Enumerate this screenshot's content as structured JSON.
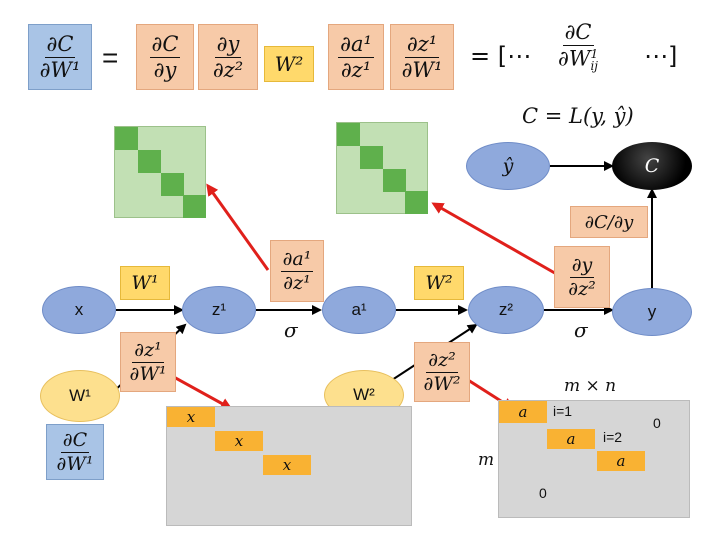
{
  "equation": {
    "lhs_num": "∂C",
    "lhs_den": "∂W¹",
    "equals": "=",
    "t1_num": "∂C",
    "t1_den": "∂y",
    "t2_num": "∂y",
    "t2_den": "∂z²",
    "t3": "W²",
    "t4_num": "∂a¹",
    "t4_den": "∂z¹",
    "t5_num": "∂z¹",
    "t5_den": "∂W¹",
    "rhs_open": "= [⋯",
    "rhs_num": "∂C",
    "rhs_den": "∂W",
    "rhs_den_sub": "ij",
    "rhs_den_sup": "1",
    "rhs_close": "⋯]"
  },
  "loss_formula": "C = L(y, ŷ)",
  "nodes": {
    "x": "x",
    "z1": "z¹",
    "a1": "a¹",
    "z2": "z²",
    "y": "y",
    "yhat": "ŷ",
    "C": "C",
    "W1": "W¹",
    "W2": "W²"
  },
  "labels": {
    "w1_box": "W¹",
    "w2_box": "W²",
    "sigma1": "σ",
    "sigma2": "σ",
    "da1dz1_num": "∂a¹",
    "da1dz1_den": "∂z¹",
    "dydz2_num": "∂y",
    "dydz2_den": "∂z²",
    "dcdy": "∂C/∂y",
    "dz1dw1_num": "∂z¹",
    "dz1dw1_den": "∂W¹",
    "dz2dw2_num": "∂z²",
    "dz2dw2_den": "∂W²",
    "dcdw1_num": "∂C",
    "dcdw1_den": "∂W¹"
  },
  "matrix_left": {
    "cells": [
      "x",
      "x",
      "x"
    ]
  },
  "matrix_right": {
    "dims": "m × n",
    "row_label": "m",
    "cells": [
      "a",
      "a",
      "a"
    ],
    "i1": "i=1",
    "i2": "i=2",
    "zero_top": "0",
    "zero_bottom": "0"
  },
  "colors": {
    "blue": "#a9c4e6",
    "orange": "#f7caa8",
    "yellow": "#ffd96b",
    "node_blue": "#8fa9dc",
    "node_yellow": "#fde08e",
    "arrow_red": "#e0201b",
    "green_light": "#c2e0b4",
    "green_dark": "#5fb04c",
    "matrix_gray": "#d6d6d6",
    "cell_orange": "#f9b233"
  }
}
